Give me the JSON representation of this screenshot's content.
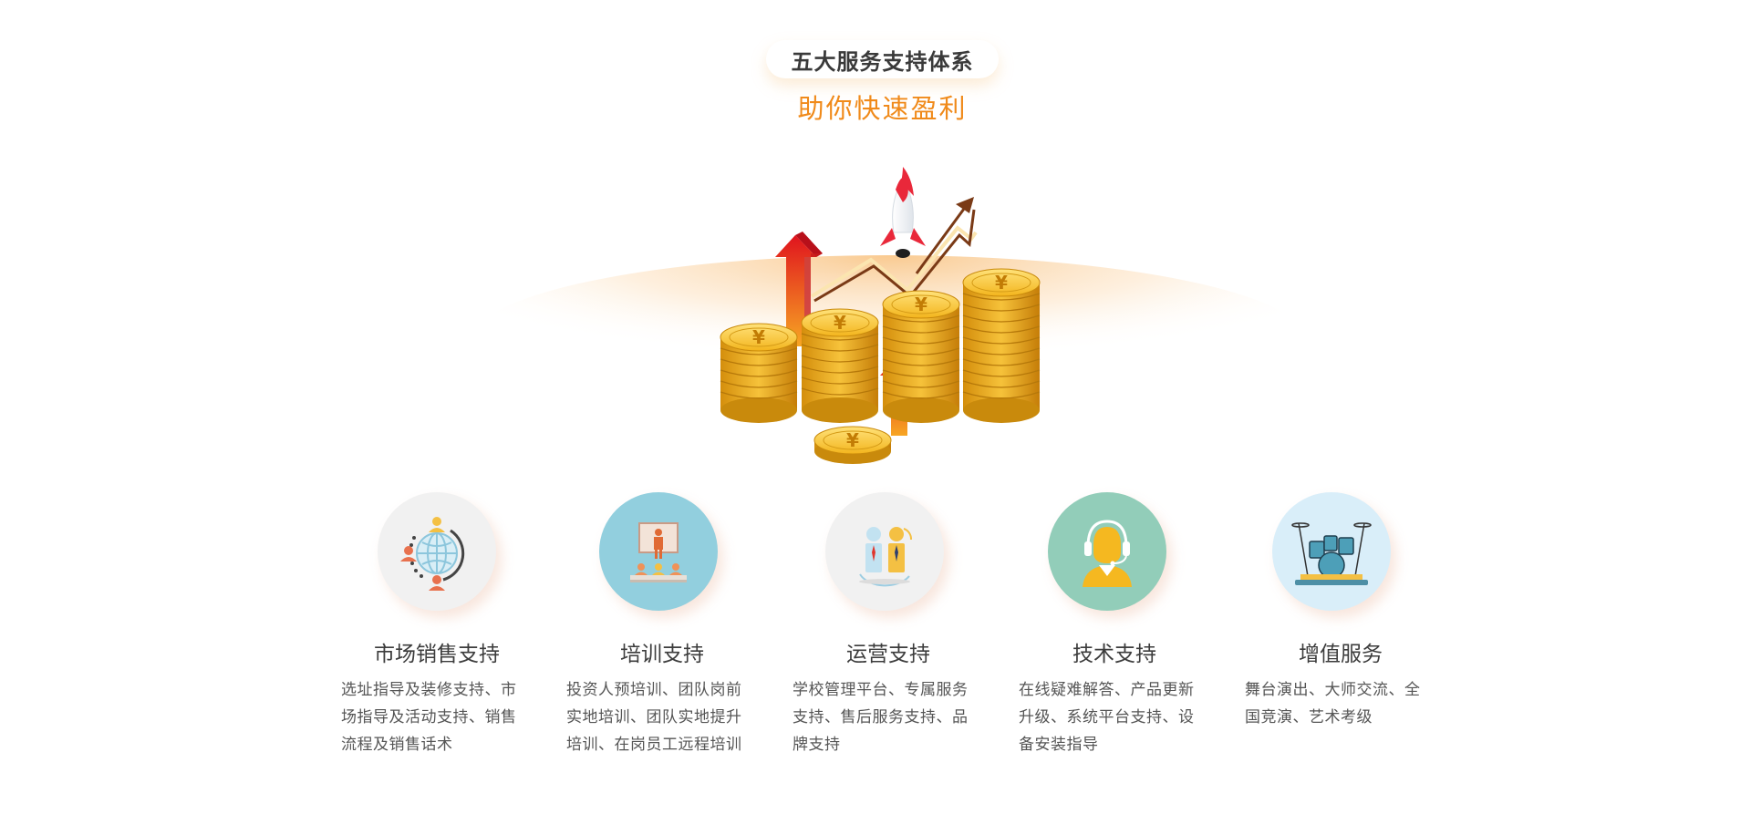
{
  "header": {
    "title": "五大服务支持体系",
    "subtitle": "助你快速盈利"
  },
  "colors": {
    "accent_orange": "#f08a1a",
    "coin_gold": "#f5b820",
    "arrow_red": "#e02a1e"
  },
  "hero": {
    "coin_symbol": "¥",
    "icons": [
      "coin-stack-icon",
      "rocket-icon",
      "growth-arrow-icon"
    ]
  },
  "services": [
    {
      "title": "市场销售支持",
      "desc": "选址指导及装修支持、市场指导及活动支持、销售流程及销售话术",
      "icon": "globe-network-icon",
      "bg": "#f1f1f1"
    },
    {
      "title": "培训支持",
      "desc": "投资人预培训、团队岗前实地培训、团队实地提升培训、在岗员工远程培训",
      "icon": "training-presenter-icon",
      "bg": "#92cfde"
    },
    {
      "title": "运营支持",
      "desc": "学校管理平台、专属服务支持、售后服务支持、品牌支持",
      "icon": "operations-people-icon",
      "bg": "#f1f1f1"
    },
    {
      "title": "技术支持",
      "desc": "在线疑难解答、产品更新升级、系统平台支持、设备安装指导",
      "icon": "headset-support-icon",
      "bg": "#92cdb9"
    },
    {
      "title": "增值服务",
      "desc": "舞台演出、大师交流、全国竞演、艺术考级",
      "icon": "drum-kit-icon",
      "bg": "#d9eef9"
    }
  ]
}
